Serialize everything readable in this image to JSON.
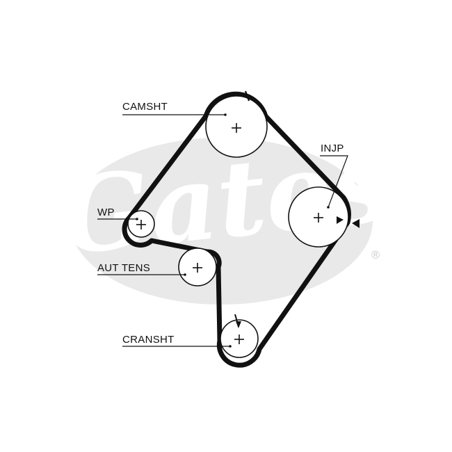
{
  "colors": {
    "ink": "#111111",
    "watermark": "#e9e9e9",
    "background": "#ffffff"
  },
  "watermark": {
    "text": "Gates",
    "mark": "®"
  },
  "labels": {
    "camshaft": "CAMSHT",
    "injection_pump": "INJP",
    "water_pump": "WP",
    "auto_tensioner": "AUT TENS",
    "crankshaft": "CRANSHT"
  }
}
